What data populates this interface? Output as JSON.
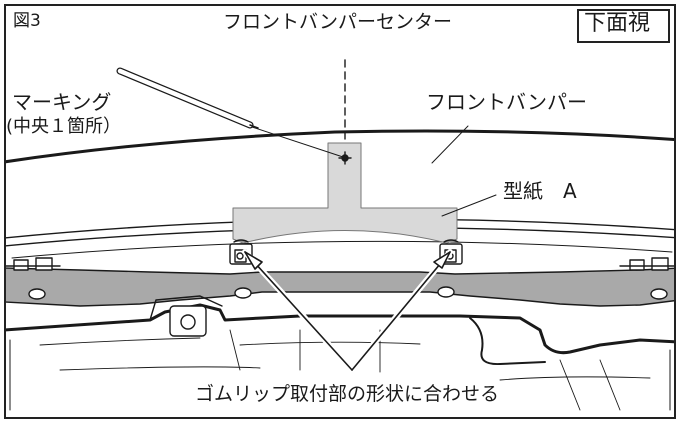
{
  "figure_number": "図3",
  "title": "フロントバンパーセンター",
  "view": "下面視",
  "labels": {
    "marking_line1": "マーキング",
    "marking_line2": "(中央１箇所）",
    "bumper": "フロントバンパー",
    "pattern": "型紙　A",
    "instruction": "ゴムリップ取付部の形状に合わせる"
  },
  "colors": {
    "line": "#1a1a1a",
    "pattern_fill": "#d9d9d9",
    "bracket_fill": "#a9a9a9"
  },
  "icons": [
    "pen-icon"
  ]
}
